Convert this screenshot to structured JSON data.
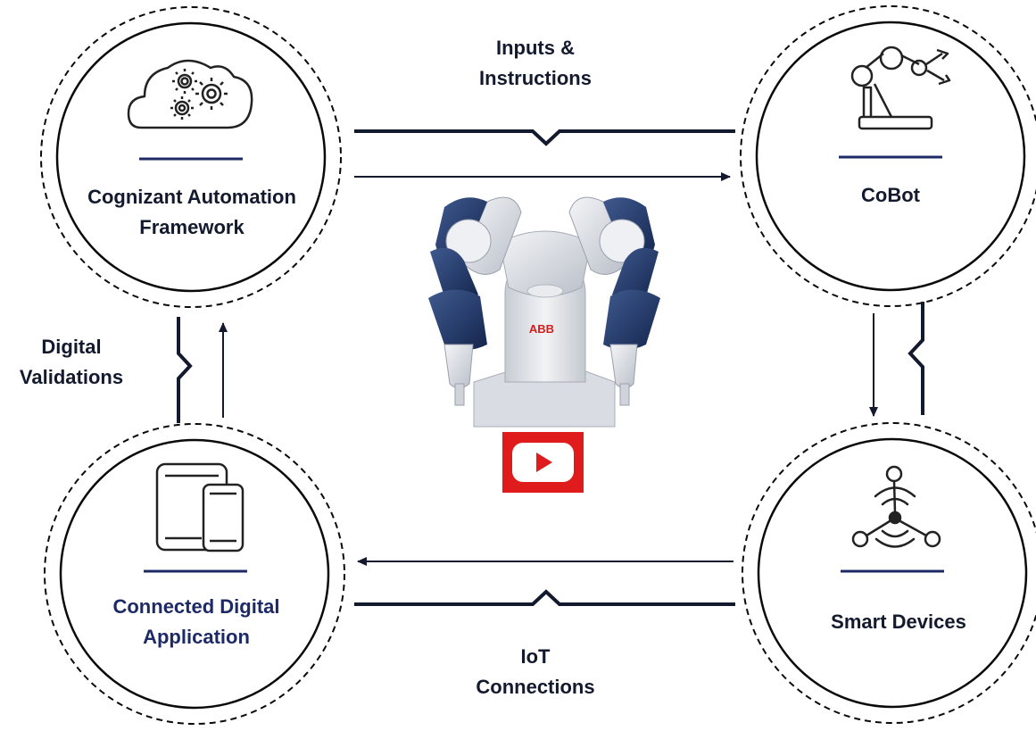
{
  "nodes": {
    "framework": {
      "title_line1": "Cognizant Automation",
      "title_line2": "Framework",
      "icon": "cloud-gears-icon"
    },
    "cobot": {
      "title": "CoBot",
      "icon": "robotic-arm-icon"
    },
    "app": {
      "title_line1": "Connected Digital",
      "title_line2": "Application",
      "icon": "tablet-phone-icon"
    },
    "devices": {
      "title": "Smart Devices",
      "icon": "iot-hub-icon"
    }
  },
  "edges": {
    "top": {
      "line1": "Inputs &",
      "line2": "Instructions"
    },
    "left": {
      "line1": "Digital",
      "line2": "Validations"
    },
    "bottom": {
      "line1": "IoT",
      "line2": "Connections"
    }
  },
  "center_image": {
    "brand_text": "ABB",
    "icon": "dual-arm-robot-image"
  },
  "video_button": {
    "icon": "youtube-play-icon",
    "color": "#e01b1b"
  },
  "colors": {
    "navy": "#1d2a66",
    "dark": "#141a2e",
    "circle": "#0a0a0a"
  }
}
